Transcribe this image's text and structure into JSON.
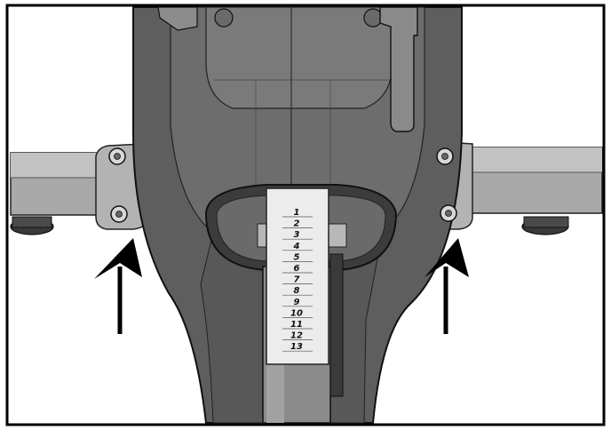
{
  "figure": {
    "subject": "installation-illustration",
    "palette": {
      "frame": "#000000",
      "body_dark": "#5c5c5c",
      "body_mid": "#6e6e6e",
      "body_light": "#8a8a8a",
      "tube": "#a8a8a8",
      "tube_light": "#c4c4c4",
      "scale_paper": "#ececec",
      "background": "#ffffff"
    }
  },
  "height_scale": {
    "labels": [
      "1",
      "2",
      "3",
      "4",
      "5",
      "6",
      "7",
      "8",
      "9",
      "10",
      "11",
      "12",
      "13"
    ]
  },
  "icons": {
    "left_arrow": "arrow-up-icon",
    "right_arrow": "arrow-up-icon",
    "bolts": "bolt-icon"
  }
}
